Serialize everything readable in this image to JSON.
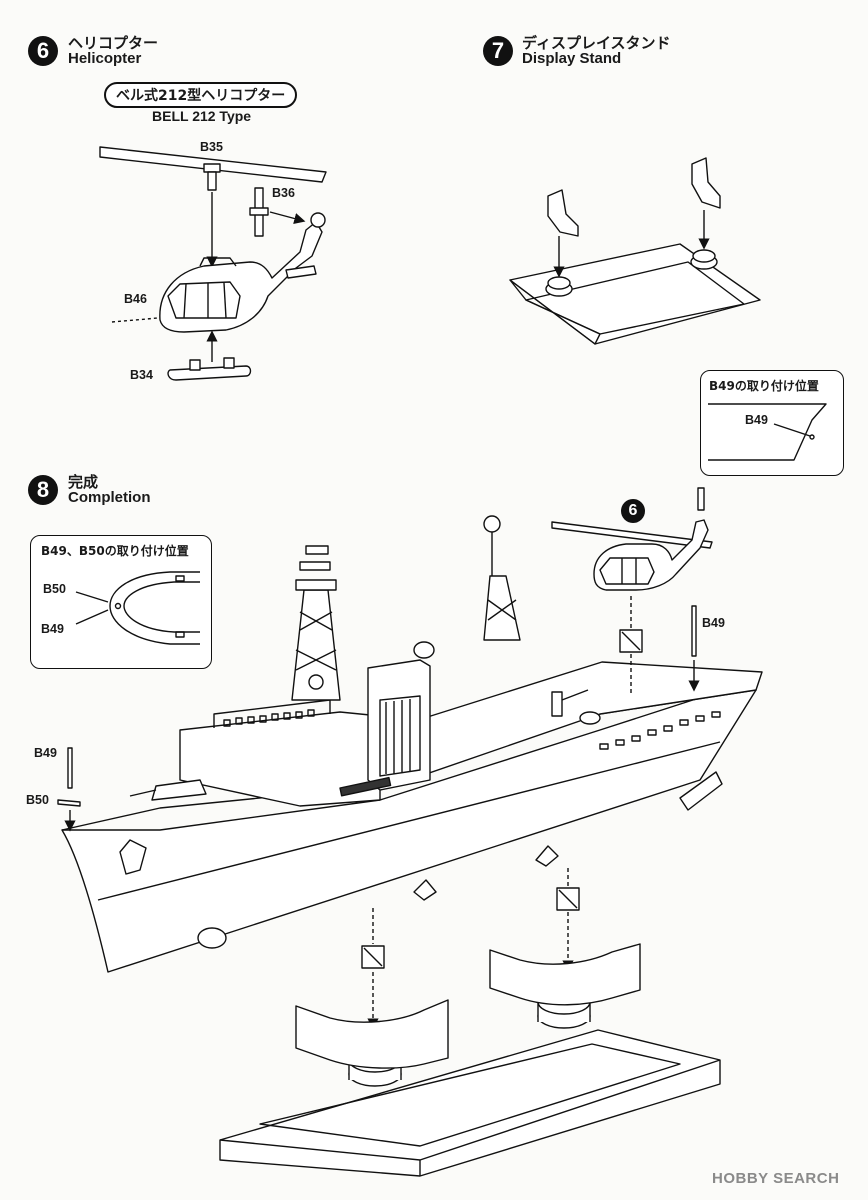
{
  "steps": [
    {
      "number": "6",
      "title_jp": "ヘリコプター",
      "title_en": "Helicopter"
    },
    {
      "number": "7",
      "title_jp": "ディスプレイスタンド",
      "title_en": "Display Stand"
    },
    {
      "number": "8",
      "title_jp": "完成",
      "title_en": "Completion"
    }
  ],
  "helicopter": {
    "type_jp": "ベル式212型ヘリコプター",
    "type_en": "BELL 212 Type",
    "parts": [
      "B35",
      "B36",
      "B46",
      "B34"
    ]
  },
  "insets": {
    "b49_position": {
      "title_part": "B49",
      "title_suffix": "の取り付け位置",
      "label": "B49"
    },
    "b49_b50_position": {
      "title_part": "B49、B50",
      "title_suffix": "の取り付け位置",
      "labels": [
        "B50",
        "B49"
      ]
    }
  },
  "completion": {
    "callout_step": "6",
    "parts": [
      "B49",
      "B49",
      "B50"
    ]
  },
  "watermark": {
    "brand": "HOBBY SEARCH"
  }
}
